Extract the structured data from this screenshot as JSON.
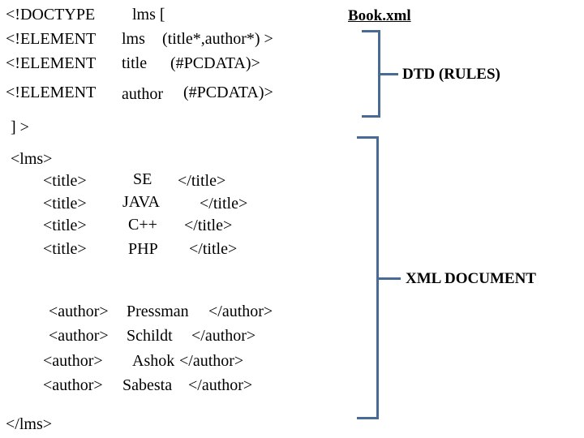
{
  "dtd": {
    "lines": [
      [
        "<!DOCTYPE",
        "lms [",
        ""
      ],
      [
        "<!ELEMENT",
        "lms",
        "(title*,author*) >"
      ],
      [
        "<!ELEMENT",
        "title",
        "(#PCDATA)>"
      ],
      [
        "<!ELEMENT",
        "author",
        "(#PCDATA)>"
      ]
    ],
    "close": "] >"
  },
  "xml": {
    "root_open": "<lms>",
    "titles": [
      {
        "open": "<title>",
        "value": "SE",
        "close": "</title>"
      },
      {
        "open": "<title>",
        "value": "JAVA",
        "close": "</title>"
      },
      {
        "open": "<title>",
        "value": "C++",
        "close": "</title>"
      },
      {
        "open": "<title>",
        "value": "PHP",
        "close": "</title>"
      }
    ],
    "authors": [
      {
        "open": "<author>",
        "value": "Pressman",
        "close": "</author>"
      },
      {
        "open": "<author>",
        "value": "Schildt",
        "close": "</author>"
      },
      {
        "open": "<author>",
        "value": "Ashok",
        "close": "</author>"
      },
      {
        "open": "<author>",
        "value": "Sabesta",
        "close": "</author>"
      }
    ],
    "root_close": "</lms>"
  },
  "annotations": {
    "file_name": "Book.xml",
    "dtd_label": "DTD (RULES)",
    "xml_label": "XML DOCUMENT"
  },
  "colors": {
    "bracket": "#4a6a96",
    "text": "#000000"
  }
}
